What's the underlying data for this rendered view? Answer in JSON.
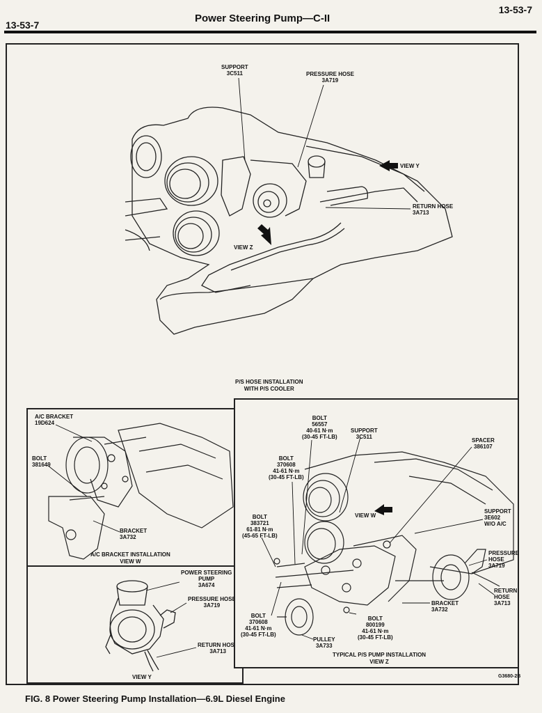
{
  "header": {
    "left_page": "13-53-7",
    "title": "Power Steering Pump—C-II",
    "right_page": "13-53-7"
  },
  "top_diagram": {
    "support": [
      "SUPPORT",
      "3C511"
    ],
    "pressure_hose": [
      "PRESSURE HOSE",
      "3A719"
    ],
    "view_y": "VIEW Y",
    "return_hose": [
      "RETURN HOSE",
      "3A713"
    ],
    "view_z": "VIEW Z",
    "caption": [
      "P/S HOSE INSTALLATION",
      "WITH P/S COOLER"
    ]
  },
  "ac_bracket_panel": {
    "ac_bracket": [
      "A/C BRACKET",
      "19D624"
    ],
    "bolt": [
      "BOLT",
      "381649"
    ],
    "bracket": [
      "BRACKET",
      "3A732"
    ],
    "caption": [
      "A/C BRACKET INSTALLATION",
      "VIEW W"
    ]
  },
  "view_y_panel": {
    "pump": [
      "POWER STEERING",
      "PUMP",
      "3A674"
    ],
    "pressure_hose": [
      "PRESSURE HOSE",
      "3A719"
    ],
    "return_hose": [
      "RETURN HOSE",
      "3A713"
    ],
    "caption": "VIEW Y"
  },
  "typical_panel": {
    "bolt_56557": [
      "BOLT",
      "56557",
      "40-61 N·m",
      "(30-45 FT-LB)"
    ],
    "support_3c511": [
      "SUPPORT",
      "3C511"
    ],
    "spacer": [
      "SPACER",
      "386107"
    ],
    "bolt_370608_top": [
      "BOLT",
      "370608",
      "41-61 N·m",
      "(30-45 FT-LB)"
    ],
    "bolt_383721": [
      "BOLT",
      "383721",
      "61-81 N·m",
      "(45-65 FT-LB)"
    ],
    "view_w": "VIEW W",
    "support_3e602": [
      "SUPPORT",
      "3E602",
      "W/O A/C"
    ],
    "pressure_hose": [
      "PRESSURE",
      "HOSE",
      "3A719"
    ],
    "return_hose": [
      "RETURN",
      "HOSE",
      "3A713"
    ],
    "bracket": [
      "BRACKET",
      "3A732"
    ],
    "bolt_370608_bottom": [
      "BOLT",
      "370608",
      "41-61 N·m",
      "(30-45 FT-LB)"
    ],
    "bolt_800199": [
      "BOLT",
      "800199",
      "41-61 N·m",
      "(30-45 FT-LB)"
    ],
    "pulley": [
      "PULLEY",
      "3A733"
    ],
    "caption": [
      "TYPICAL P/S PUMP INSTALLATION",
      "VIEW Z"
    ]
  },
  "figure_code": "G3680-2B",
  "figure_caption": "FIG. 8  Power Steering Pump Installation—6.9L Diesel Engine"
}
